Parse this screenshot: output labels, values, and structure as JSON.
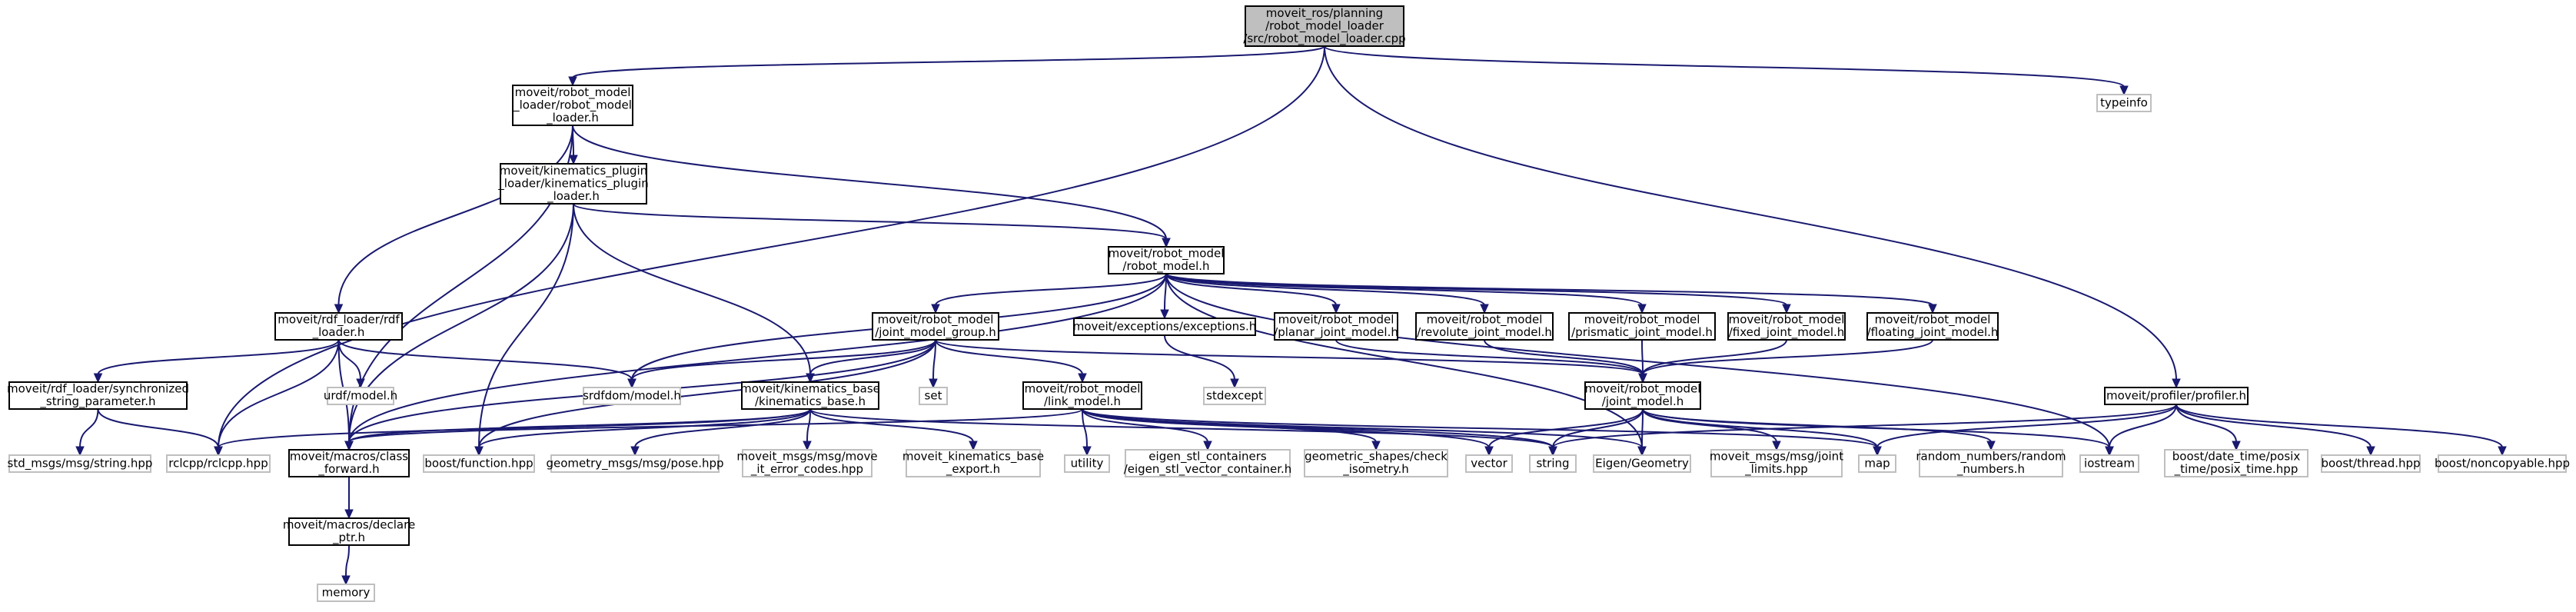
{
  "nodes": [
    {
      "id": "root",
      "lines": [
        "moveit_ros/planning",
        "/robot_model_loader",
        "/src/robot_model_loader.cpp"
      ],
      "kind": "root"
    },
    {
      "id": "rml_h",
      "lines": [
        "moveit/robot_model",
        "_loader/robot_model",
        "_loader.h"
      ],
      "kind": "doc"
    },
    {
      "id": "typeinfo",
      "lines": [
        "typeinfo"
      ],
      "kind": "ext"
    },
    {
      "id": "kpl_h",
      "lines": [
        "moveit/kinematics_plugin",
        "_loader/kinematics_plugin",
        "_loader.h"
      ],
      "kind": "doc"
    },
    {
      "id": "robot_model_h",
      "lines": [
        "moveit/robot_model",
        "/robot_model.h"
      ],
      "kind": "doc"
    },
    {
      "id": "rdf_loader_h",
      "lines": [
        "moveit/rdf_loader/rdf",
        "_loader.h"
      ],
      "kind": "doc"
    },
    {
      "id": "jmg_h",
      "lines": [
        "moveit/robot_model",
        "/joint_model_group.h"
      ],
      "kind": "doc"
    },
    {
      "id": "exceptions_h",
      "lines": [
        "moveit/exceptions/exceptions.h"
      ],
      "kind": "doc"
    },
    {
      "id": "planar_h",
      "lines": [
        "moveit/robot_model",
        "/planar_joint_model.h"
      ],
      "kind": "doc"
    },
    {
      "id": "revolute_h",
      "lines": [
        "moveit/robot_model",
        "/revolute_joint_model.h"
      ],
      "kind": "doc"
    },
    {
      "id": "prismatic_h",
      "lines": [
        "moveit/robot_model",
        "/prismatic_joint_model.h"
      ],
      "kind": "doc"
    },
    {
      "id": "fixed_h",
      "lines": [
        "moveit/robot_model",
        "/fixed_joint_model.h"
      ],
      "kind": "doc"
    },
    {
      "id": "floating_h",
      "lines": [
        "moveit/robot_model",
        "/floating_joint_model.h"
      ],
      "kind": "doc"
    },
    {
      "id": "profiler_h",
      "lines": [
        "moveit/profiler/profiler.h"
      ],
      "kind": "doc"
    },
    {
      "id": "sync_h",
      "lines": [
        "moveit/rdf_loader/synchronized",
        "_string_parameter.h"
      ],
      "kind": "doc"
    },
    {
      "id": "urdf",
      "lines": [
        "urdf/model.h"
      ],
      "kind": "ext"
    },
    {
      "id": "srdfdom",
      "lines": [
        "srdfdom/model.h"
      ],
      "kind": "ext"
    },
    {
      "id": "kb_h",
      "lines": [
        "moveit/kinematics_base",
        "/kinematics_base.h"
      ],
      "kind": "doc"
    },
    {
      "id": "set",
      "lines": [
        "set"
      ],
      "kind": "ext"
    },
    {
      "id": "link_h",
      "lines": [
        "moveit/robot_model",
        "/link_model.h"
      ],
      "kind": "doc"
    },
    {
      "id": "stdexcept",
      "lines": [
        "stdexcept"
      ],
      "kind": "ext"
    },
    {
      "id": "joint_h",
      "lines": [
        "moveit/robot_model",
        "/joint_model.h"
      ],
      "kind": "doc"
    },
    {
      "id": "std_string",
      "lines": [
        "std_msgs/msg/string.hpp"
      ],
      "kind": "ext"
    },
    {
      "id": "rclcpp",
      "lines": [
        "rclcpp/rclcpp.hpp"
      ],
      "kind": "ext"
    },
    {
      "id": "class_fwd",
      "lines": [
        "moveit/macros/class",
        "_forward.h"
      ],
      "kind": "doc"
    },
    {
      "id": "boost_fn",
      "lines": [
        "boost/function.hpp"
      ],
      "kind": "ext"
    },
    {
      "id": "geom_pose",
      "lines": [
        "geometry_msgs/msg/pose.hpp"
      ],
      "kind": "ext"
    },
    {
      "id": "move_it_err",
      "lines": [
        "moveit_msgs/msg/move",
        "_it_error_codes.hpp"
      ],
      "kind": "ext"
    },
    {
      "id": "kb_export",
      "lines": [
        "moveit_kinematics_base",
        "_export.h"
      ],
      "kind": "ext"
    },
    {
      "id": "utility",
      "lines": [
        "utility"
      ],
      "kind": "ext"
    },
    {
      "id": "eigen_stl",
      "lines": [
        "eigen_stl_containers",
        "/eigen_stl_vector_container.h"
      ],
      "kind": "ext"
    },
    {
      "id": "geom_shapes",
      "lines": [
        "geometric_shapes/check",
        "_isometry.h"
      ],
      "kind": "ext"
    },
    {
      "id": "vector",
      "lines": [
        "vector"
      ],
      "kind": "ext"
    },
    {
      "id": "string",
      "lines": [
        "string"
      ],
      "kind": "ext"
    },
    {
      "id": "eigen_geom",
      "lines": [
        "Eigen/Geometry"
      ],
      "kind": "ext"
    },
    {
      "id": "joint_limits",
      "lines": [
        "moveit_msgs/msg/joint",
        "_limits.hpp"
      ],
      "kind": "ext"
    },
    {
      "id": "map",
      "lines": [
        "map"
      ],
      "kind": "ext"
    },
    {
      "id": "random_numbers",
      "lines": [
        "random_numbers/random",
        "_numbers.h"
      ],
      "kind": "ext"
    },
    {
      "id": "iostream",
      "lines": [
        "iostream"
      ],
      "kind": "ext"
    },
    {
      "id": "posix_time",
      "lines": [
        "boost/date_time/posix",
        "_time/posix_time.hpp"
      ],
      "kind": "ext"
    },
    {
      "id": "boost_thread",
      "lines": [
        "boost/thread.hpp"
      ],
      "kind": "ext"
    },
    {
      "id": "boost_noncopy",
      "lines": [
        "boost/noncopyable.hpp"
      ],
      "kind": "ext"
    },
    {
      "id": "declare_ptr",
      "lines": [
        "moveit/macros/declare",
        "_ptr.h"
      ],
      "kind": "doc"
    },
    {
      "id": "memory",
      "lines": [
        "memory"
      ],
      "kind": "ext"
    }
  ],
  "edges": [
    [
      "root",
      "rml_h"
    ],
    [
      "root",
      "typeinfo"
    ],
    [
      "root",
      "rclcpp"
    ],
    [
      "root",
      "profiler_h"
    ],
    [
      "rml_h",
      "kpl_h"
    ],
    [
      "rml_h",
      "robot_model_h"
    ],
    [
      "rml_h",
      "rdf_loader_h"
    ],
    [
      "rml_h",
      "class_fwd"
    ],
    [
      "kpl_h",
      "robot_model_h"
    ],
    [
      "kpl_h",
      "kb_h"
    ],
    [
      "kpl_h",
      "class_fwd"
    ],
    [
      "kpl_h",
      "boost_fn"
    ],
    [
      "robot_model_h",
      "jmg_h"
    ],
    [
      "robot_model_h",
      "exceptions_h"
    ],
    [
      "robot_model_h",
      "planar_h"
    ],
    [
      "robot_model_h",
      "revolute_h"
    ],
    [
      "robot_model_h",
      "prismatic_h"
    ],
    [
      "robot_model_h",
      "fixed_h"
    ],
    [
      "robot_model_h",
      "floating_h"
    ],
    [
      "robot_model_h",
      "srdfdom"
    ],
    [
      "robot_model_h",
      "class_fwd"
    ],
    [
      "robot_model_h",
      "iostream"
    ],
    [
      "robot_model_h",
      "eigen_geom"
    ],
    [
      "rdf_loader_h",
      "sync_h"
    ],
    [
      "rdf_loader_h",
      "urdf"
    ],
    [
      "rdf_loader_h",
      "srdfdom"
    ],
    [
      "rdf_loader_h",
      "rclcpp"
    ],
    [
      "rdf_loader_h",
      "class_fwd"
    ],
    [
      "sync_h",
      "std_string"
    ],
    [
      "sync_h",
      "rclcpp"
    ],
    [
      "jmg_h",
      "kb_h"
    ],
    [
      "jmg_h",
      "set"
    ],
    [
      "jmg_h",
      "link_h"
    ],
    [
      "jmg_h",
      "joint_h"
    ],
    [
      "jmg_h",
      "srdfdom"
    ],
    [
      "jmg_h",
      "boost_fn"
    ],
    [
      "jmg_h",
      "class_fwd"
    ],
    [
      "exceptions_h",
      "stdexcept"
    ],
    [
      "planar_h",
      "joint_h"
    ],
    [
      "revolute_h",
      "joint_h"
    ],
    [
      "prismatic_h",
      "joint_h"
    ],
    [
      "fixed_h",
      "joint_h"
    ],
    [
      "floating_h",
      "joint_h"
    ],
    [
      "kb_h",
      "rclcpp"
    ],
    [
      "kb_h",
      "class_fwd"
    ],
    [
      "kb_h",
      "boost_fn"
    ],
    [
      "kb_h",
      "geom_pose"
    ],
    [
      "kb_h",
      "move_it_err"
    ],
    [
      "kb_h",
      "kb_export"
    ],
    [
      "kb_h",
      "string"
    ],
    [
      "link_h",
      "class_fwd"
    ],
    [
      "link_h",
      "utility"
    ],
    [
      "link_h",
      "eigen_stl"
    ],
    [
      "link_h",
      "geom_shapes"
    ],
    [
      "link_h",
      "vector"
    ],
    [
      "link_h",
      "string"
    ],
    [
      "link_h",
      "eigen_geom"
    ],
    [
      "link_h",
      "map"
    ],
    [
      "joint_h",
      "vector"
    ],
    [
      "joint_h",
      "string"
    ],
    [
      "joint_h",
      "eigen_geom"
    ],
    [
      "joint_h",
      "joint_limits"
    ],
    [
      "joint_h",
      "map"
    ],
    [
      "joint_h",
      "random_numbers"
    ],
    [
      "joint_h",
      "iostream"
    ],
    [
      "profiler_h",
      "string"
    ],
    [
      "profiler_h",
      "map"
    ],
    [
      "profiler_h",
      "iostream"
    ],
    [
      "profiler_h",
      "posix_time"
    ],
    [
      "profiler_h",
      "boost_thread"
    ],
    [
      "profiler_h",
      "boost_noncopy"
    ],
    [
      "class_fwd",
      "declare_ptr"
    ],
    [
      "declare_ptr",
      "memory"
    ]
  ]
}
